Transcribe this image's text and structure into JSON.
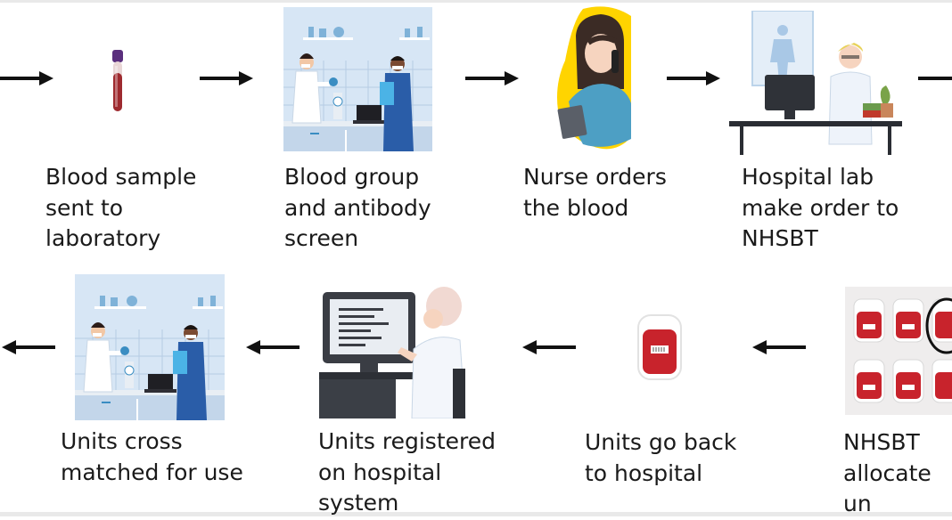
{
  "steps": [
    {
      "label": "Blood sample\nsent to\nlaboratory"
    },
    {
      "label": "Blood group\nand antibody\nscreen"
    },
    {
      "label": "Nurse orders\nthe blood"
    },
    {
      "label": "Hospital lab\nmake order to\nNHSBT"
    },
    {
      "label": "NHSBT\nallocate un"
    },
    {
      "label": "Units go back\nto hospital"
    },
    {
      "label": "Units registered\non hospital\nsystem"
    },
    {
      "label": "Units cross\nmatched for use"
    }
  ],
  "colors": {
    "arrow": "#111111",
    "blood_red": "#c8232c",
    "lab_blue": "#bcd4ea",
    "scrub_blue": "#4f9fc0",
    "nurse_yellow": "#ffd400",
    "coat_white": "#f3f6fb"
  },
  "icons": {
    "blood_tube": "blood-tube-icon",
    "blood_bag": "blood-bag-icon"
  }
}
